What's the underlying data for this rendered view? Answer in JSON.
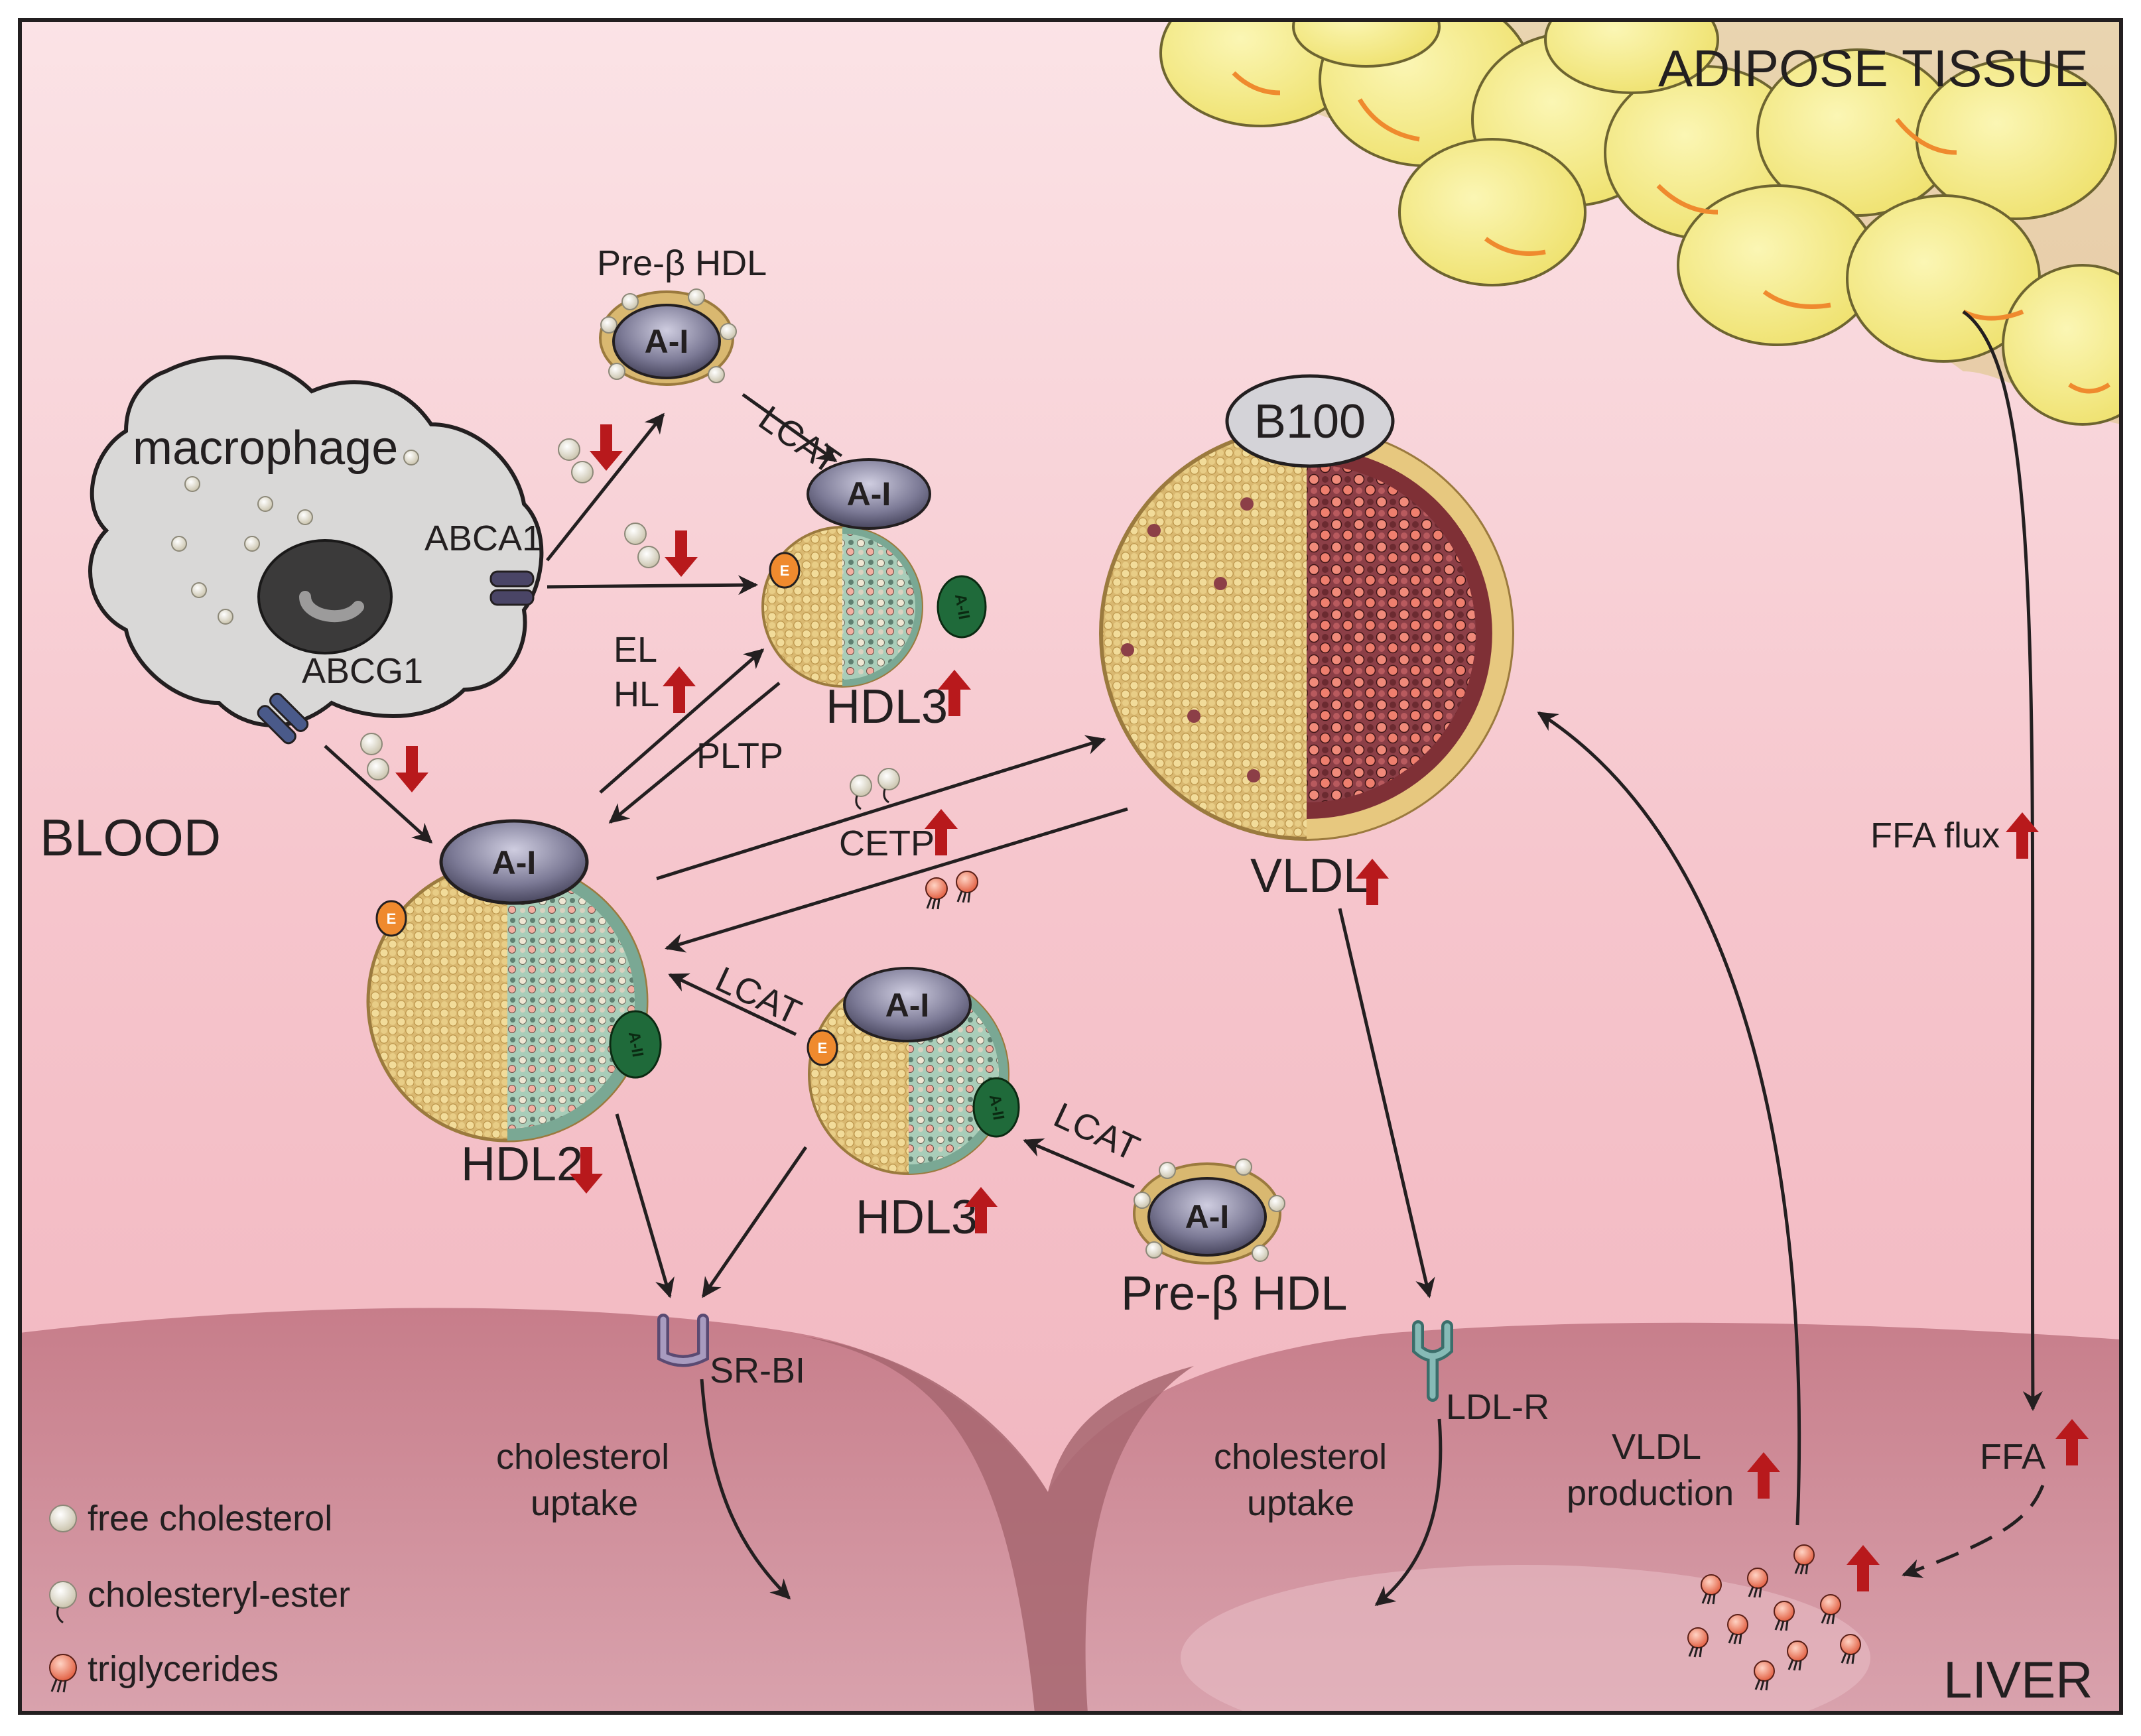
{
  "regions": {
    "adipose": "ADIPOSE TISSUE",
    "blood": "BLOOD",
    "liver": "LIVER"
  },
  "cells": {
    "macrophage": "macrophage",
    "abca1": "ABCA1",
    "abcg1": "ABCG1"
  },
  "particles": {
    "prebeta_top": "Pre-β HDL",
    "prebeta_bottom": "Pre-β HDL",
    "apo_a1": "A-I",
    "apo_e": "E",
    "apo_a2": "A-II",
    "apo_b100": "B100",
    "hdl3_top": "HDL3",
    "hdl3_bottom": "HDL3",
    "hdl2": "HDL2",
    "vldl": "VLDL"
  },
  "enzymes": {
    "lcat_top": "LCAT",
    "lcat_mid": "LCAT",
    "lcat_bottom": "LCAT",
    "el": "EL",
    "hl": "HL",
    "pltp": "PLTP",
    "cetp": "CETP"
  },
  "receptors": {
    "srbi": "SR-BI",
    "ldlr": "LDL-R"
  },
  "processes": {
    "uptake_left_1": "cholesterol",
    "uptake_left_2": "uptake",
    "uptake_right_1": "cholesterol",
    "uptake_right_2": "uptake",
    "vldl_prod_1": "VLDL",
    "vldl_prod_2": "production",
    "ffa_flux": "FFA flux",
    "ffa": "FFA"
  },
  "legend": [
    {
      "label": "free cholesterol",
      "icon": "free-cholesterol-icon"
    },
    {
      "label": "cholesteryl-ester",
      "icon": "cholesteryl-ester-icon"
    },
    {
      "label": "triglycerides",
      "icon": "triglyceride-icon"
    }
  ],
  "colors": {
    "arrow_up_down": "#b8191c",
    "blood_top": "#fbe6e8",
    "blood_mid": "#f3b7c0",
    "liver": "#c77f8c",
    "adipocyte": "#f7ee7a",
    "apo_a1": "#7c7a96",
    "apo_e": "#ef8a2e",
    "apo_a2": "#1f6a3a",
    "shell": "#e2c77a",
    "hdl_core": "#9bc7b0",
    "vldl_core": "#9a4a50",
    "receptor_srbi": "#8e7fa8",
    "receptor_ldlr": "#6aa3a0"
  }
}
